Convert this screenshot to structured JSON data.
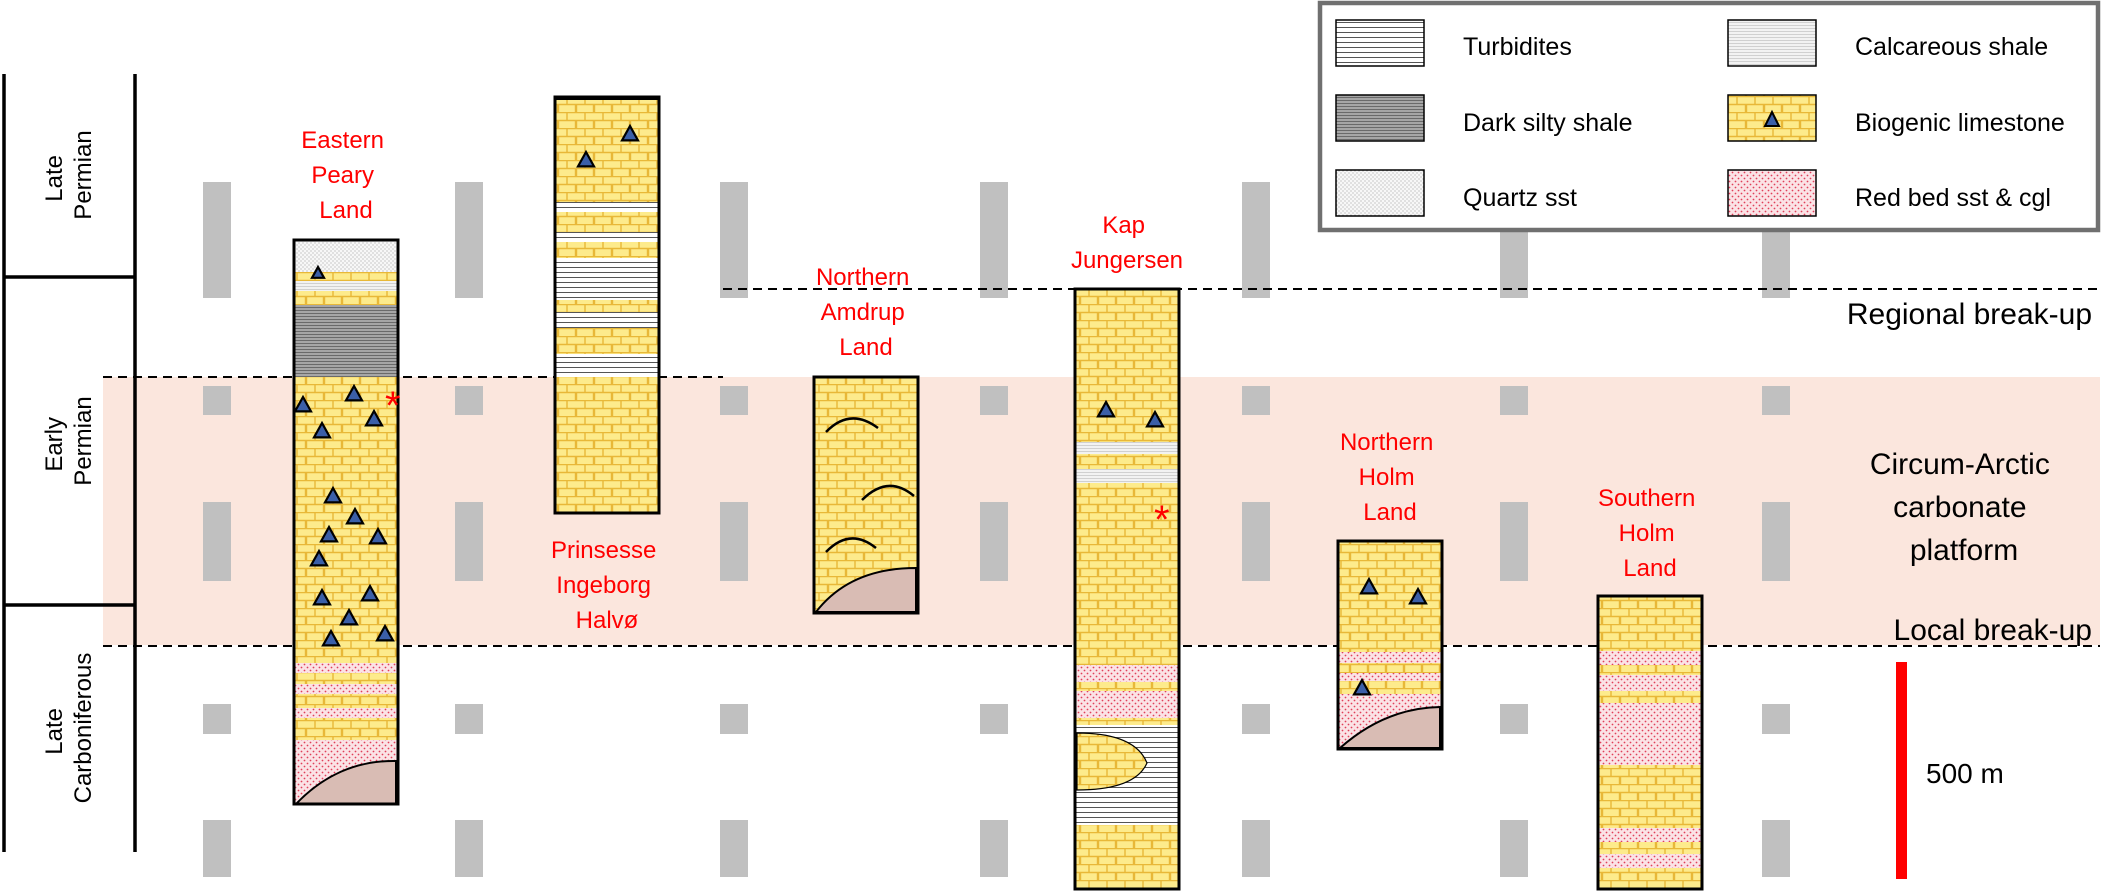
{
  "figure": {
    "periods": [
      {
        "lines": [
          "Late",
          "Permian"
        ]
      },
      {
        "lines": [
          "Early",
          "Permian"
        ]
      },
      {
        "lines": [
          "Late",
          "Carboniferous"
        ]
      }
    ],
    "sections": [
      {
        "id": "eastern-peary-land",
        "lines": [
          "Eastern",
          "Peary",
          "Land"
        ]
      },
      {
        "id": "prinsesse-ingeborg-halvo",
        "lines": [
          "Prinsesse",
          "Ingeborg",
          "Halvø"
        ]
      },
      {
        "id": "northern-amdrup-land",
        "lines": [
          "Northern",
          "Amdrup",
          "Land"
        ]
      },
      {
        "id": "kap-jungersen",
        "lines": [
          "Kap",
          "Jungersen"
        ]
      },
      {
        "id": "northern-holm-land",
        "lines": [
          "Northern",
          "Holm",
          "Land"
        ]
      },
      {
        "id": "southern-holm-land",
        "lines": [
          "Southern",
          "Holm",
          "Land"
        ]
      }
    ],
    "events": {
      "regional_breakup": "Regional break-up",
      "local_breakup": "Local break-up",
      "platform_lines": [
        "Circum-Arctic",
        "carbonate",
        "platform"
      ]
    },
    "scale_bar": "500 m",
    "legend": [
      {
        "key": "turbidites",
        "label": "Turbidites"
      },
      {
        "key": "calcareous-shale",
        "label": "Calcareous shale"
      },
      {
        "key": "dark-silty-shale",
        "label": "Dark silty shale"
      },
      {
        "key": "biogenic-limestone",
        "label": "Biogenic limestone"
      },
      {
        "key": "quartz-sst",
        "label": "Quartz sst"
      },
      {
        "key": "red-bed",
        "label": "Red bed sst & cgl"
      }
    ],
    "colors": {
      "section_label": "#ff0000",
      "platform_band": "#fbe6dd",
      "limestone_fill": "#fdeb8c",
      "limestone_bricks": "#e8b838",
      "fossil_triangle": "#3b5fa8",
      "basement": "#d9bcb4",
      "scale_bar": "#ff0000",
      "tick_marks": "#c0c0c0"
    }
  }
}
